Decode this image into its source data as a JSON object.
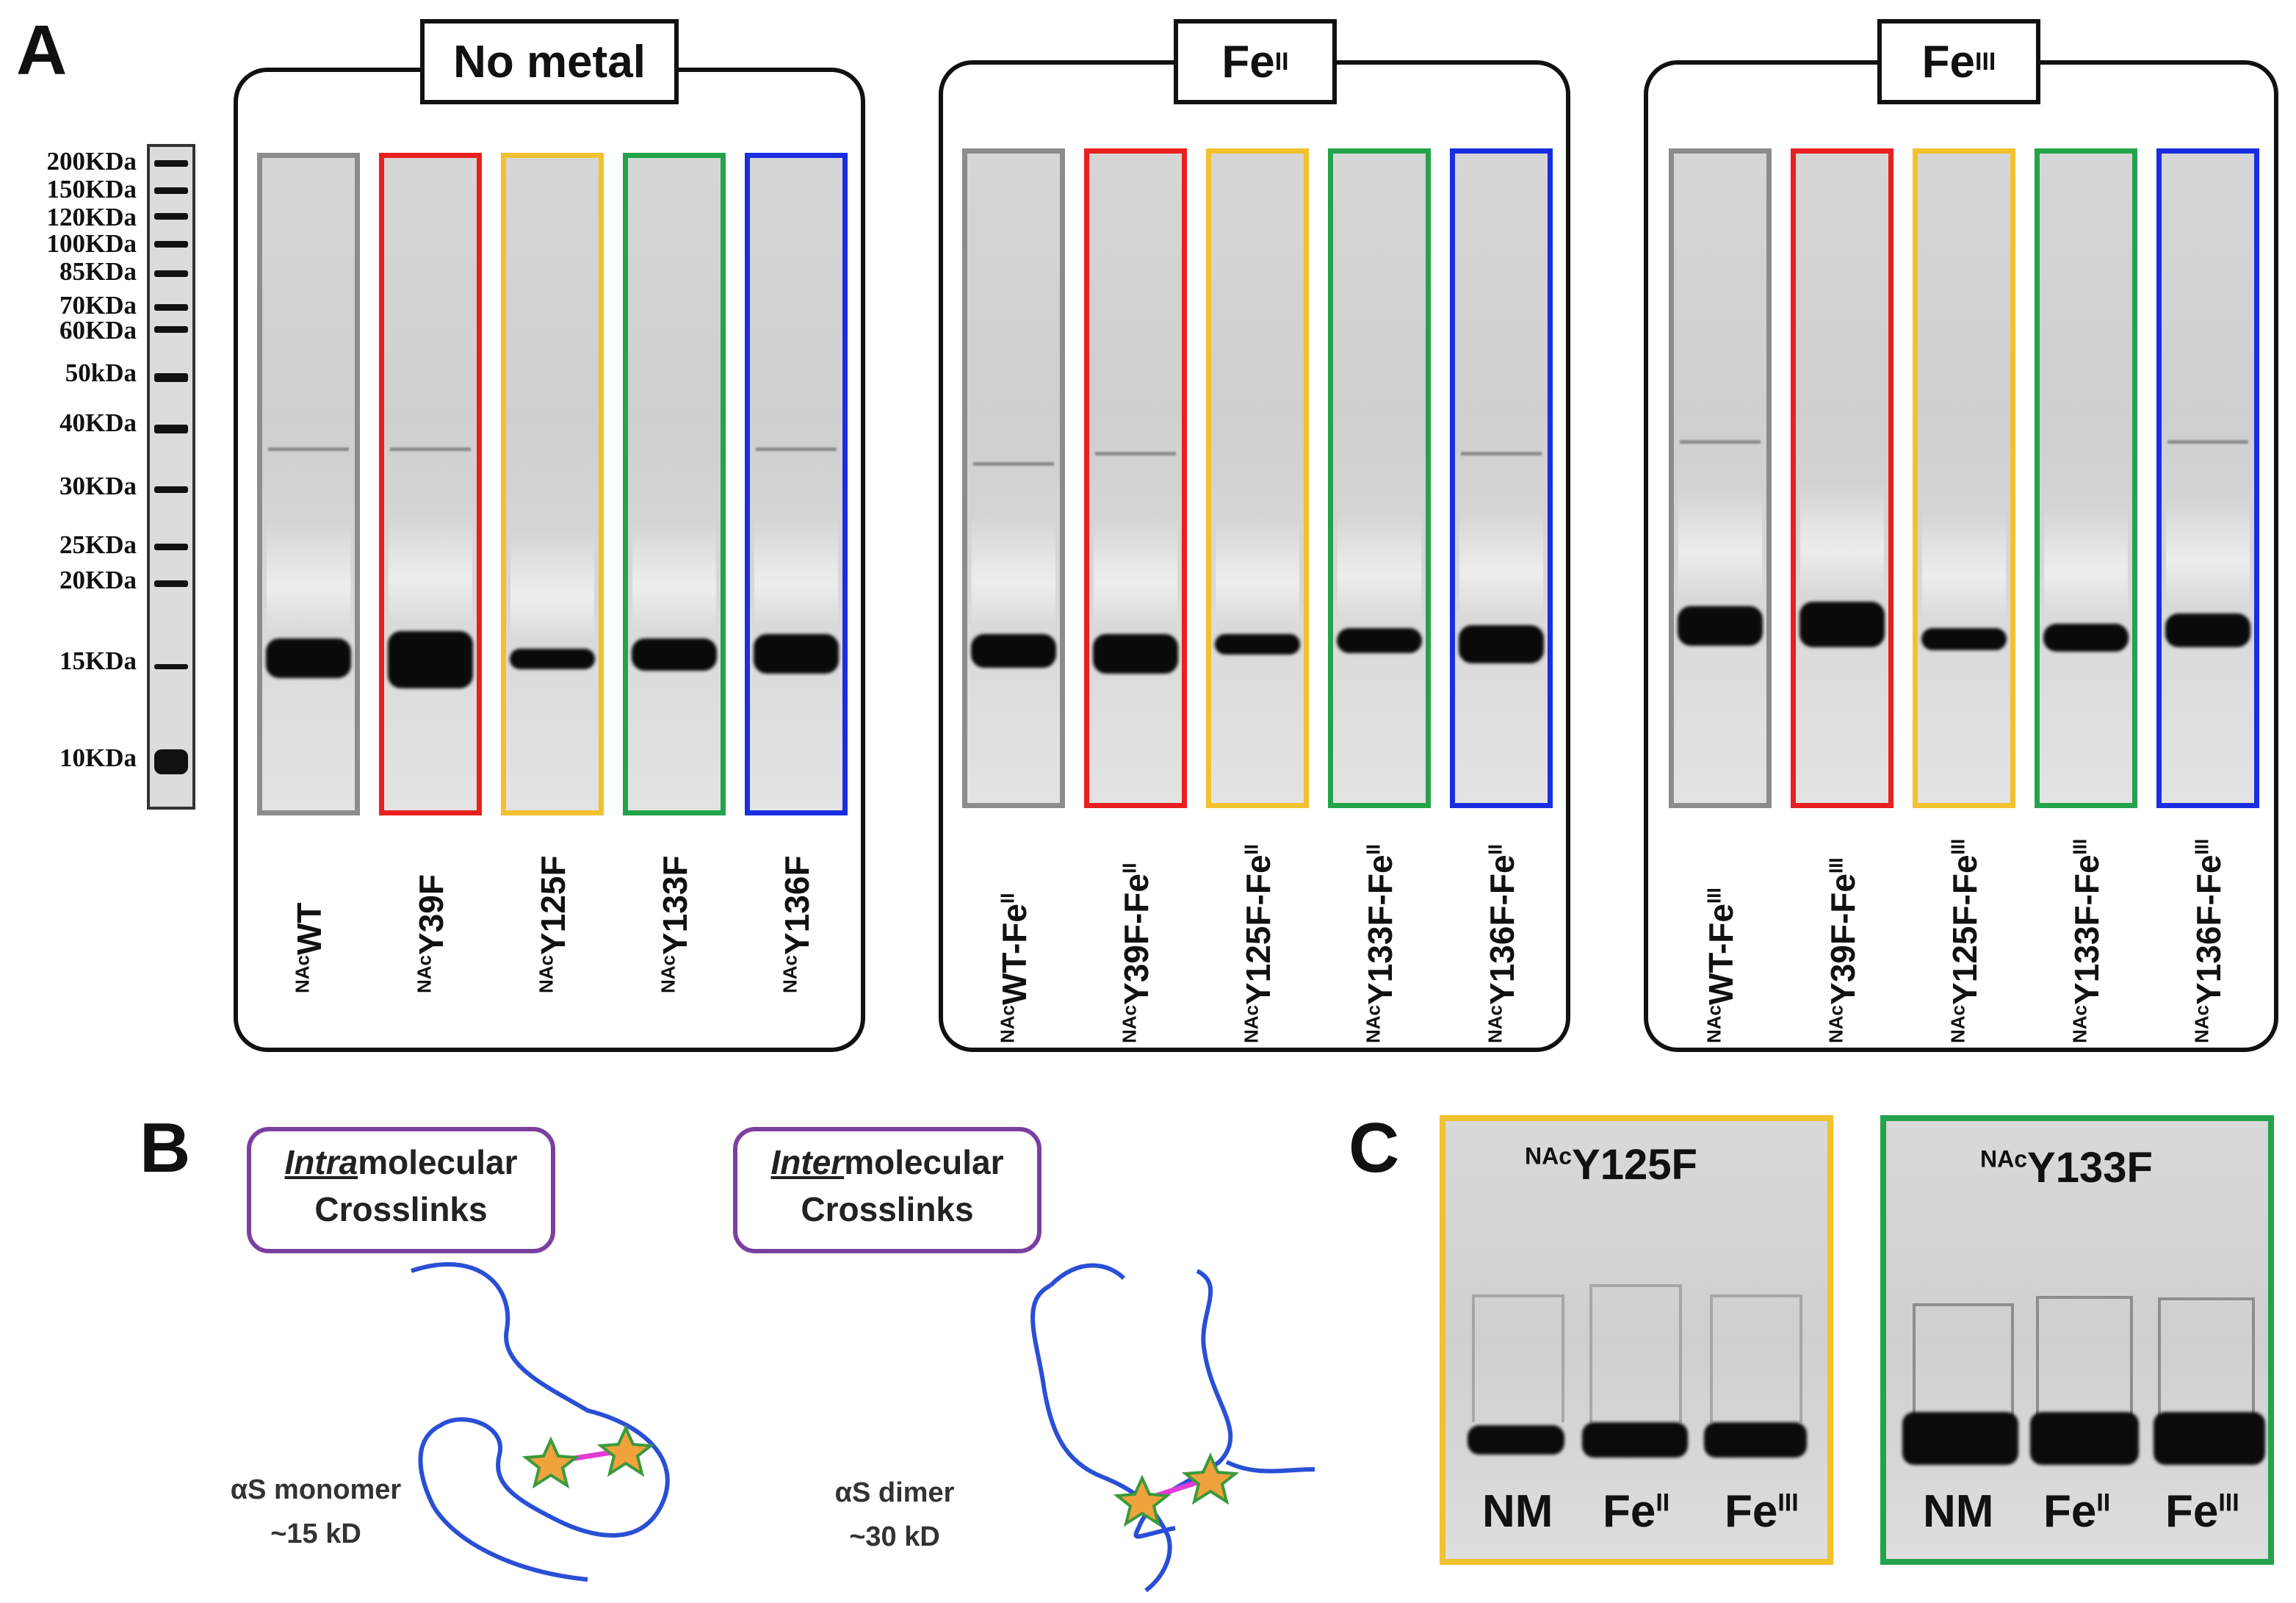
{
  "panels": {
    "a": "A",
    "b": "B",
    "c": "C"
  },
  "marker_labels": [
    "200KDa",
    "150KDa",
    "120KDa",
    "100KDa",
    "85KDa",
    "70KDa",
    "60KDa",
    "50kDa",
    "40KDa",
    "30KDa",
    "25KDa",
    "20KDa",
    "15KDa",
    "10KDa"
  ],
  "groups": [
    {
      "title_main": "No metal",
      "title_sup": "",
      "lanes": [
        {
          "prefix": "NAc",
          "name": "WT",
          "suffix": "",
          "sup": "",
          "color": "#8c8c8c"
        },
        {
          "prefix": "NAc",
          "name": "Y39F",
          "suffix": "",
          "sup": "",
          "color": "#e8201f"
        },
        {
          "prefix": "NAc",
          "name": "Y125F",
          "suffix": "",
          "sup": "",
          "color": "#f2c12e"
        },
        {
          "prefix": "NAc",
          "name": "Y133F",
          "suffix": "",
          "sup": "",
          "color": "#23a34a"
        },
        {
          "prefix": "NAc",
          "name": "Y136F",
          "suffix": "",
          "sup": "",
          "color": "#1a2ee0"
        }
      ]
    },
    {
      "title_main": "Fe",
      "title_sup": "II",
      "lanes": [
        {
          "prefix": "NAc",
          "name": "WT-Fe",
          "suffix": "",
          "sup": "II",
          "color": "#8c8c8c"
        },
        {
          "prefix": "NAc",
          "name": "Y39F-Fe",
          "suffix": "",
          "sup": "II",
          "color": "#e8201f"
        },
        {
          "prefix": "NAc",
          "name": "Y125F-Fe",
          "suffix": "",
          "sup": "II",
          "color": "#f2c12e"
        },
        {
          "prefix": "NAc",
          "name": "Y133F-Fe",
          "suffix": "",
          "sup": "II",
          "color": "#23a34a"
        },
        {
          "prefix": "NAc",
          "name": "Y136F-Fe",
          "suffix": "",
          "sup": "II",
          "color": "#1a2ee0"
        }
      ]
    },
    {
      "title_main": "Fe",
      "title_sup": "III",
      "lanes": [
        {
          "prefix": "NAc",
          "name": "WT-Fe",
          "suffix": "",
          "sup": "III",
          "color": "#8c8c8c"
        },
        {
          "prefix": "NAc",
          "name": "Y39F-Fe",
          "suffix": "",
          "sup": "III",
          "color": "#e8201f"
        },
        {
          "prefix": "NAc",
          "name": "Y125F-Fe",
          "suffix": "",
          "sup": "III",
          "color": "#f2c12e"
        },
        {
          "prefix": "NAc",
          "name": "Y133F-Fe",
          "suffix": "",
          "sup": "III",
          "color": "#23a34a"
        },
        {
          "prefix": "NAc",
          "name": "Y136F-Fe",
          "suffix": "",
          "sup": "III",
          "color": "#1a2ee0"
        }
      ]
    }
  ],
  "panel_b": {
    "intra": {
      "em": "Intra",
      "rest": "molecular",
      "line2": "Crosslinks"
    },
    "inter": {
      "em": "Inter",
      "rest": "molecular",
      "line2": "Crosslinks"
    },
    "monomer": {
      "line1": "αS monomer",
      "line2": "~15 kD"
    },
    "dimer": {
      "line1": "αS dimer",
      "line2": "~30 kD"
    }
  },
  "panel_c": [
    {
      "prefix": "NAc",
      "title": "Y125F",
      "color": "#f2c12e",
      "lanes": [
        {
          "main": "NM",
          "sup": ""
        },
        {
          "main": "Fe",
          "sup": "II"
        },
        {
          "main": "Fe",
          "sup": "III"
        }
      ]
    },
    {
      "prefix": "NAc",
      "title": "Y133F",
      "color": "#23a34a",
      "lanes": [
        {
          "main": "NM",
          "sup": ""
        },
        {
          "main": "Fe",
          "sup": "II"
        },
        {
          "main": "Fe",
          "sup": "III"
        }
      ]
    }
  ],
  "colors": {
    "purple": "#7b3fa0",
    "chain": "#2a4fd6",
    "star_fill": "#f2a23c",
    "star_edge": "#3a9a3a",
    "link": "#e33bd6"
  }
}
